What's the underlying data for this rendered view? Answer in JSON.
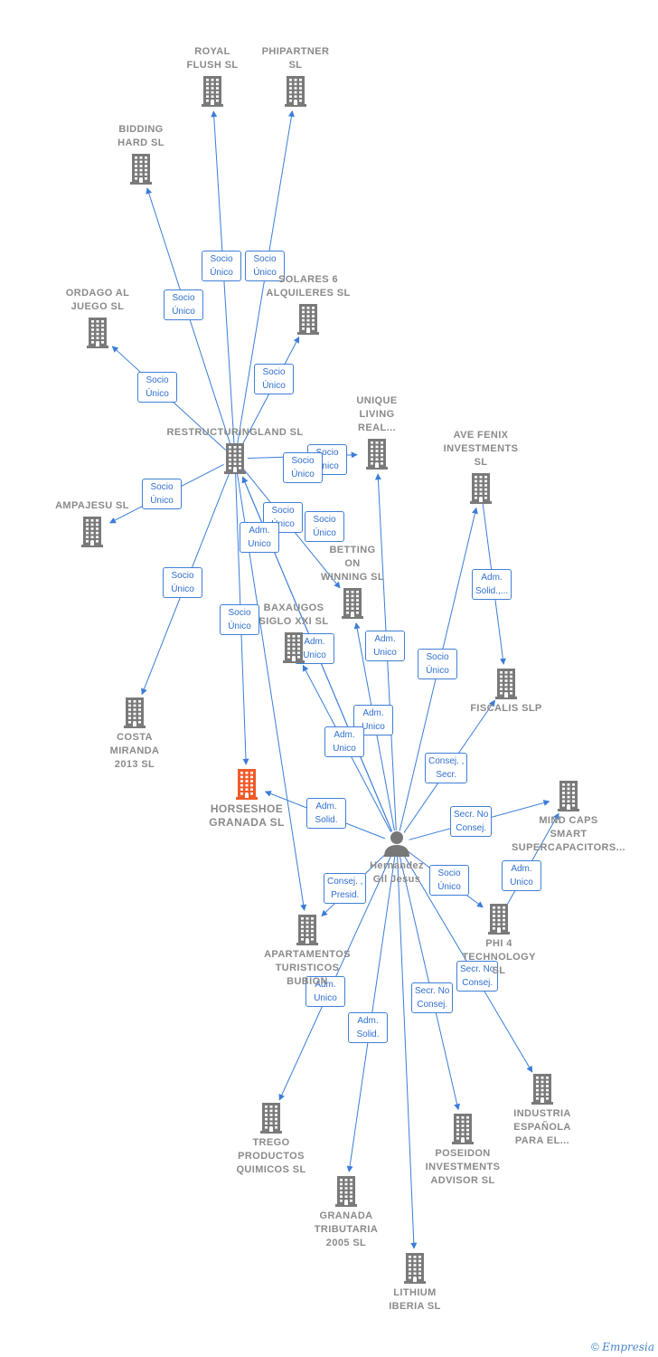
{
  "nodes": [
    {
      "id": "royal",
      "label": "ROYAL\nFLUSH  SL",
      "icon": "building-icon",
      "type": "company"
    },
    {
      "id": "phipartner",
      "label": "PHIPARTNER\nSL",
      "icon": "building-icon",
      "type": "company"
    },
    {
      "id": "bidding",
      "label": "BIDDING\nHARD  SL",
      "icon": "building-icon",
      "type": "company"
    },
    {
      "id": "ordago",
      "label": "ORDAGO AL\nJUEGO  SL",
      "icon": "building-icon",
      "type": "company"
    },
    {
      "id": "solares",
      "label": "SOLARES 6\nALQUILERES SL",
      "icon": "building-icon",
      "type": "company"
    },
    {
      "id": "unique",
      "label": "UNIQUE\nLIVING\nREAL...",
      "icon": "building-icon",
      "type": "company"
    },
    {
      "id": "restructuring",
      "label": "RESTRUCTURINGLAND SL",
      "icon": "building-icon",
      "type": "company"
    },
    {
      "id": "avefenix",
      "label": "AVE FENIX\nINVESTMENTS\nSL",
      "icon": "building-icon",
      "type": "company"
    },
    {
      "id": "ampajesu",
      "label": "AMPAJESU  SL",
      "icon": "building-icon",
      "type": "company"
    },
    {
      "id": "betting",
      "label": "BETTING\nON\nWINNING  SL",
      "icon": "building-icon",
      "type": "company"
    },
    {
      "id": "baxaugos",
      "label": "BAXAUGOS\nSIGLO XXI SL",
      "icon": "building-icon",
      "type": "company"
    },
    {
      "id": "fiscalis",
      "label": "FISCALIS  SLP",
      "icon": "building-icon",
      "type": "company"
    },
    {
      "id": "costa",
      "label": "COSTA\nMIRANDA\n2013  SL",
      "icon": "building-icon",
      "type": "company"
    },
    {
      "id": "horseshoe",
      "label": "HORSESHOE\nGRANADA  SL",
      "icon": "building-icon",
      "type": "focus"
    },
    {
      "id": "mindcaps",
      "label": "MIND CAPS\nSMART\nSUPERCAPACITORS...",
      "icon": "building-icon",
      "type": "company"
    },
    {
      "id": "hernandez",
      "label": "Hernandez\nGil Jesus",
      "icon": "person-icon",
      "type": "person"
    },
    {
      "id": "phi4",
      "label": "PHI 4\nTECHNOLOGY\nSL",
      "icon": "building-icon",
      "type": "company"
    },
    {
      "id": "apartamentos",
      "label": "APARTAMENTOS\nTURISTICOS\nBUBION",
      "icon": "building-icon",
      "type": "company"
    },
    {
      "id": "industria",
      "label": "INDUSTRIA\nESPAÑOLA\nPARA EL...",
      "icon": "building-icon",
      "type": "company"
    },
    {
      "id": "trego",
      "label": "TREGO\nPRODUCTOS\nQUIMICOS  SL",
      "icon": "building-icon",
      "type": "company"
    },
    {
      "id": "poseidon",
      "label": "POSEIDON\nINVESTMENTS\nADVISOR  SL",
      "icon": "building-icon",
      "type": "company"
    },
    {
      "id": "granada",
      "label": "GRANADA\nTRIBUTARIA\n2005 SL",
      "icon": "building-icon",
      "type": "company"
    },
    {
      "id": "lithium",
      "label": "LITHIUM\nIBERIA  SL",
      "icon": "building-icon",
      "type": "company"
    }
  ],
  "edges": [
    {
      "from": "restructuring",
      "to": "royal",
      "label": "Socio\nÚnico"
    },
    {
      "from": "restructuring",
      "to": "phipartner",
      "label": "Socio\nÚnico"
    },
    {
      "from": "restructuring",
      "to": "bidding",
      "label": "Socio\nÚnico"
    },
    {
      "from": "restructuring",
      "to": "ordago",
      "label": "Socio\nÚnico"
    },
    {
      "from": "restructuring",
      "to": "solares",
      "label": "Socio\nÚnico"
    },
    {
      "from": "restructuring",
      "to": "unique",
      "label": "Socio\nÚnico"
    },
    {
      "from": "restructuring",
      "to": "ampajesu",
      "label": "Socio\nÚnico"
    },
    {
      "from": "restructuring",
      "to": "costa",
      "label": "Socio\nÚnico"
    },
    {
      "from": "restructuring",
      "to": "horseshoe",
      "label": "Socio\nÚnico"
    },
    {
      "from": "restructuring",
      "to": "betting",
      "label": "Socio\nÚnico"
    },
    {
      "from": "restructuring",
      "to": "apartamentos",
      "label": "Socio\nÚnico"
    },
    {
      "from": "hernandez",
      "to": "restructuring",
      "label": "Socio\nÚnico"
    },
    {
      "from": "hernandez",
      "to": "restructuring",
      "label": "Adm.\nUnico"
    },
    {
      "from": "hernandez",
      "to": "unique",
      "label": "Adm.\nUnico"
    },
    {
      "from": "hernandez",
      "to": "betting",
      "label": "Adm.\nUnico"
    },
    {
      "from": "hernandez",
      "to": "baxaugos",
      "label": "Adm.\nUnico"
    },
    {
      "from": "hernandez",
      "to": "horseshoe",
      "label": "Adm.\nUnico"
    },
    {
      "from": "hernandez",
      "to": "avefenix",
      "label": "Adm.\nSolid."
    },
    {
      "from": "avefenix",
      "to": "fiscalis",
      "label": "Socio\nÚnico"
    },
    {
      "from": "hernandez",
      "to": "fiscalis",
      "label": "Adm.\nSolid.,..."
    },
    {
      "from": "hernandez",
      "to": "mindcaps",
      "label": "Consej. ,\nSecr."
    },
    {
      "from": "hernandez",
      "to": "phi4",
      "label": "Secr.  No\nConsej."
    },
    {
      "from": "phi4",
      "to": "mindcaps",
      "label": "Socio\nÚnico"
    },
    {
      "from": "hernandez",
      "to": "apartamentos",
      "label": "Adm.\nUnico"
    },
    {
      "from": "hernandez",
      "to": "industria",
      "label": "Consej. ,\nPresid."
    },
    {
      "from": "hernandez",
      "to": "trego",
      "label": "Secr.  No\nConsej."
    },
    {
      "from": "hernandez",
      "to": "poseidon",
      "label": "Adm.\nUnico"
    },
    {
      "from": "hernandez",
      "to": "granada",
      "label": "Adm.\nSolid."
    },
    {
      "from": "hernandez",
      "to": "lithium",
      "label": "Secr.  No\nConsej."
    }
  ],
  "colors": {
    "edge": "#3a7dd8",
    "label_border": "#3f7fd6",
    "building": "#7a7a7a",
    "focus": "#f05a28",
    "person": "#777777"
  },
  "footer": {
    "copyright": "©",
    "brand": "Empresia"
  }
}
